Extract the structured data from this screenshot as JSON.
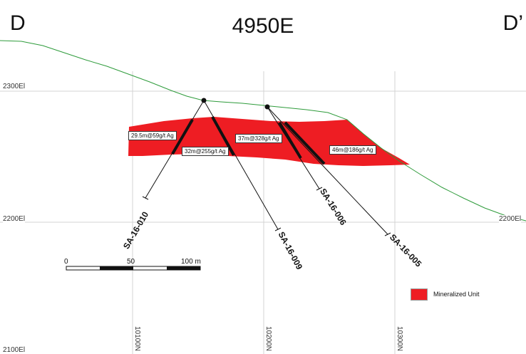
{
  "section": {
    "title": "4950E",
    "left_marker": "D",
    "right_marker": "D’"
  },
  "elevations": {
    "e2300": "2300El",
    "e2200_left": "2200El",
    "e2200_right": "2200El",
    "e2100": "2100El"
  },
  "northings": {
    "n10100": "10100N",
    "n10200": "10200N",
    "n10300": "10300N"
  },
  "drillholes": {
    "h010": "SA-16-010",
    "h009": "SA-16-009",
    "h006": "SA-16-006",
    "h005": "SA-16-005"
  },
  "intervals": {
    "i010": "29.5m@59g/t Ag",
    "i009": "32m@255g/t Ag",
    "i006": "37m@328g/t Ag",
    "i005": "46m@186g/t Ag"
  },
  "scale_bar": {
    "zero": "0",
    "mid": "50",
    "end": "100 m"
  },
  "legend": {
    "label": "Mineralized Unit",
    "color": "#ee1d23"
  },
  "colors": {
    "topography": "#2e9b3b",
    "gridline": "#d3d3d3",
    "mineralized": "#ee1d23"
  }
}
